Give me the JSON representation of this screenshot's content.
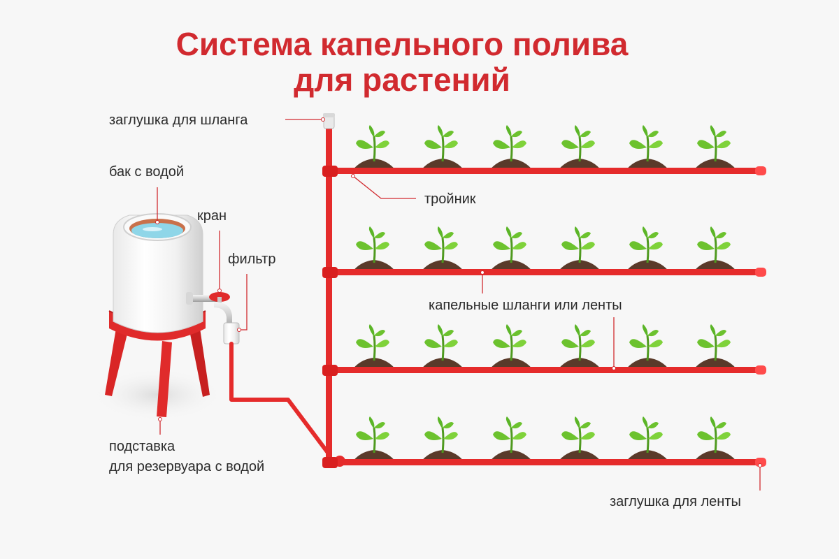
{
  "title": {
    "line1": "Система капельного полива",
    "line2": "для растений"
  },
  "labels": {
    "hose_cap": "заглушка для шланга",
    "water_tank": "бак с водой",
    "tap": "кран",
    "filter": "фильтр",
    "tee": "тройник",
    "drip_hoses": "капельные шланги или ленты",
    "stand_line1": "подставка",
    "stand_line2": "для резервуара с водой",
    "tape_cap": "заглушка для ленты"
  },
  "rows": 4,
  "plants_per_row": 6,
  "colors": {
    "accent": "#d12a2f",
    "pipe": "#e52b2b",
    "leaf": "#6cc22e",
    "soil": "#5a3a2a",
    "text": "#2b2b2b",
    "background": "#f7f7f7"
  }
}
